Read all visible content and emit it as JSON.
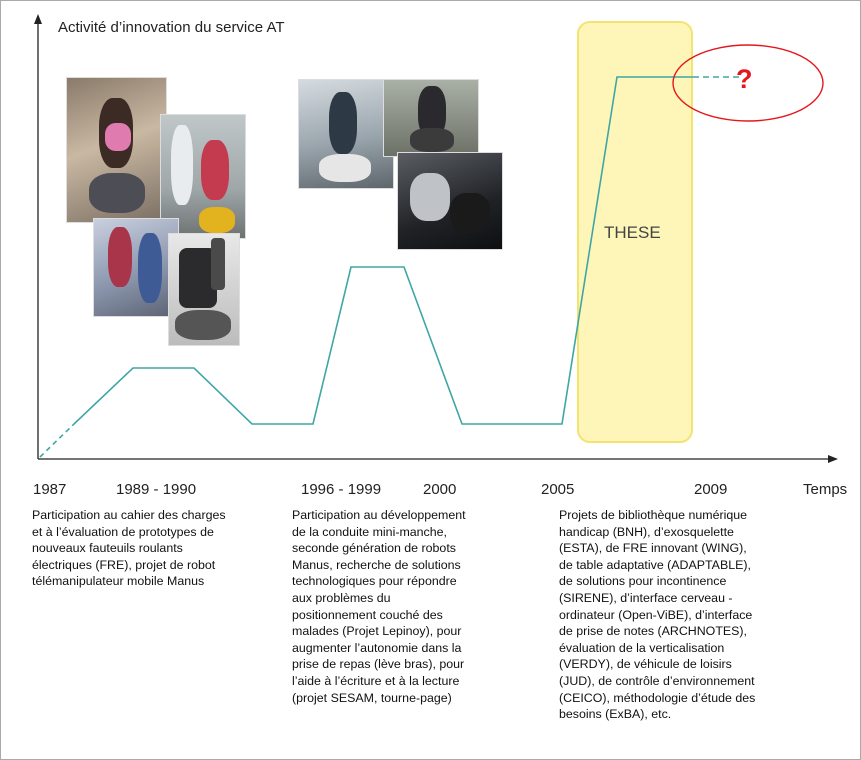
{
  "title": "Activité d’innovation du service AT",
  "x_axis_label": "Temps",
  "years": {
    "y1987": "1987",
    "y1989": "1989 - 1990",
    "y1996": "1996 - 1999",
    "y2000": "2000",
    "y2005": "2005",
    "y2009": "2009"
  },
  "these_label": "THESE",
  "question_mark": "?",
  "descriptions": {
    "phase1": [
      "Participation au cahier des charges",
      "et à l’évaluation de prototypes de",
      "nouveaux fauteuils roulants",
      "électriques (FRE), projet de robot",
      "télémanipulateur mobile Manus"
    ],
    "phase2": [
      "Participation au développement",
      "de la conduite mini-manche,",
      "seconde génération de robots",
      "Manus, recherche de solutions",
      "technologiques pour répondre",
      "aux problèmes du",
      "positionnement couché des",
      "malades (Projet Lepinoy), pour",
      "augmenter l’autonomie dans la",
      "prise de repas (lève bras), pour",
      "l’aide à l’écriture et à la lecture",
      "(projet SESAM, tourne-page)"
    ],
    "phase3": [
      "Projets de bibliothèque numérique",
      "handicap (BNH), d’exosquelette",
      "(ESTA), de FRE innovant (WING),",
      "de table adaptative (ADAPTABLE),",
      "de solutions pour incontinence",
      "(SIRENE), d’interface cerveau -",
      "ordinateur (Open-ViBE), d’interface",
      "de prise de notes (ARCHNOTES),",
      "évaluation de la verticalisation",
      "(VERDY),  de véhicule de loisirs",
      "(JUD), de contrôle d’environnement",
      "(CEICO), méthodologie d’étude des",
      "besoins (ExBA), etc."
    ]
  },
  "colors": {
    "line": "#3fa6a6",
    "axis": "#222222",
    "highlight_fill": "#fdf6b8",
    "highlight_border": "#f3e470",
    "ellipse": "#e4171d"
  }
}
